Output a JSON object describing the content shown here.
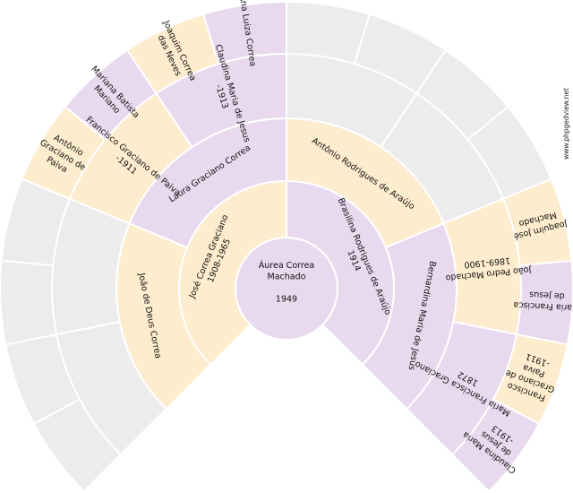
{
  "colors": {
    "male": "#fdeccd",
    "female": "#e8d9ee",
    "empty": "#ececec",
    "separator": "#ffffff"
  },
  "watermark": "www.phpgedview.net",
  "people": [
    {
      "id": "root",
      "gen": 0,
      "slot": 0,
      "sex": "female",
      "lines": [
        "Áurea Correa",
        "Machado",
        "",
        "1949"
      ]
    },
    {
      "id": "father",
      "gen": 1,
      "slot": 0,
      "sex": "male",
      "lines": [
        "José Correa Graciano",
        "1908-1965"
      ]
    },
    {
      "id": "mother",
      "gen": 1,
      "slot": 1,
      "sex": "female",
      "lines": [
        "Brasilina Rodrigues de Araújo",
        "1914"
      ]
    },
    {
      "id": "ff",
      "gen": 2,
      "slot": 0,
      "sex": "male",
      "lines": [
        "João de Deus Correa"
      ]
    },
    {
      "id": "fm",
      "gen": 2,
      "slot": 1,
      "sex": "female",
      "lines": [
        "Laura Graciano Correa"
      ]
    },
    {
      "id": "mf",
      "gen": 2,
      "slot": 2,
      "sex": "male",
      "lines": [
        "Antônio Rodrigues de Araújo"
      ]
    },
    {
      "id": "mm",
      "gen": 2,
      "slot": 3,
      "sex": "female",
      "lines": [
        "Bernardina Maria de Jesus"
      ]
    },
    {
      "id": "fmf",
      "gen": 3,
      "slot": 2,
      "sex": "male",
      "lines": [
        "Francisco Graciano de Paiva",
        "-1911"
      ]
    },
    {
      "id": "fmm",
      "gen": 3,
      "slot": 3,
      "sex": "female",
      "lines": [
        "Claudina Maria de Jesus",
        "-1913"
      ]
    },
    {
      "id": "mmf",
      "gen": 3,
      "slot": 6,
      "sex": "male",
      "lines": [
        "João Pedro Machado",
        "1869-1900"
      ]
    },
    {
      "id": "mmm",
      "gen": 3,
      "slot": 7,
      "sex": "female",
      "lines": [
        "Maria Francisca Graciano",
        "1872"
      ]
    },
    {
      "id": "fmff",
      "gen": 4,
      "slot": 4,
      "sex": "male",
      "lines": [
        "Antônio",
        "Graciano de",
        "Paiva"
      ]
    },
    {
      "id": "fmfm",
      "gen": 4,
      "slot": 5,
      "sex": "female",
      "lines": [
        "Mariana Batista",
        "Mariano"
      ]
    },
    {
      "id": "fmmf",
      "gen": 4,
      "slot": 6,
      "sex": "male",
      "lines": [
        "Joaquim Correa",
        "das Neves"
      ]
    },
    {
      "id": "fmmm",
      "gen": 4,
      "slot": 7,
      "sex": "female",
      "lines": [
        "Ana Luiza Correa"
      ]
    },
    {
      "id": "mmff",
      "gen": 4,
      "slot": 12,
      "sex": "male",
      "lines": [
        "Joaquim José",
        "Machado"
      ]
    },
    {
      "id": "mmfm",
      "gen": 4,
      "slot": 13,
      "sex": "female",
      "lines": [
        "Maria Francisca",
        "de Jesus"
      ]
    },
    {
      "id": "mmmf",
      "gen": 4,
      "slot": 14,
      "sex": "male",
      "lines": [
        "Francisco",
        "Graciano de",
        "Paiva",
        "-1911"
      ]
    },
    {
      "id": "mmmm",
      "gen": 4,
      "slot": 15,
      "sex": "female",
      "lines": [
        "Claudina Maria",
        "de Jesus",
        "-1913"
      ]
    }
  ]
}
